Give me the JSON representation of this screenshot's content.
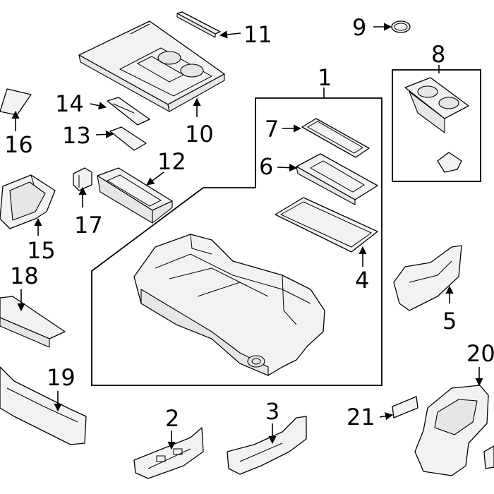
{
  "labels": {
    "p1": "1",
    "p2": "2",
    "p3": "3",
    "p4": "4",
    "p5": "5",
    "p6": "6",
    "p7": "7",
    "p8": "8",
    "p9": "9",
    "p10": "10",
    "p11": "11",
    "p12": "12",
    "p13": "13",
    "p14": "14",
    "p15": "15",
    "p16": "16",
    "p17": "17",
    "p18": "18",
    "p19": "19",
    "p20": "20",
    "p21": "21"
  }
}
